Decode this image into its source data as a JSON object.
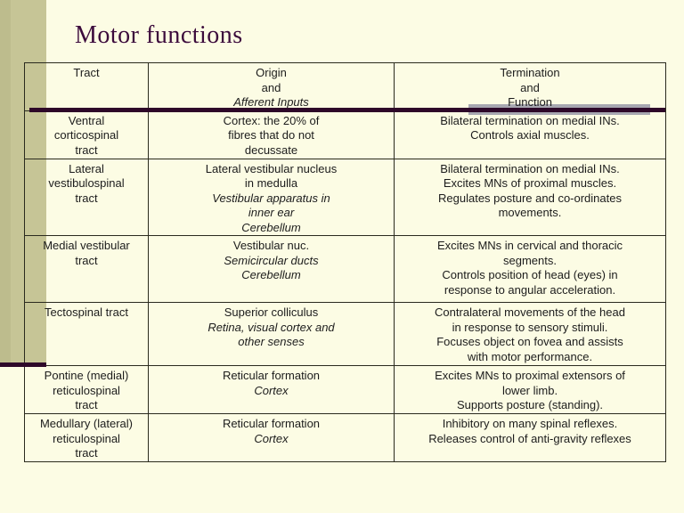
{
  "title": "Motor functions",
  "colors": {
    "background": "#fcfce4",
    "sidebar": "#c6c596",
    "sidebar-edge": "#bdbc8d",
    "accent": "#2e0829",
    "table-border": "#2a2a1e",
    "gray-bar": "#a7a7b0",
    "title": "#3c0b3c",
    "text": "#1c1c1c"
  },
  "table": {
    "header": [
      {
        "main": [
          "Tract"
        ],
        "italic": []
      },
      {
        "main": [
          "Origin",
          "and"
        ],
        "italic": [
          "Afferent Inputs"
        ]
      },
      {
        "main": [
          "Termination",
          "and",
          "Function"
        ],
        "italic": []
      }
    ],
    "rows": [
      {
        "tract": {
          "main": [
            "Ventral",
            "corticospinal",
            "tract"
          ],
          "italic": []
        },
        "origin": {
          "main": [
            "Cortex: the 20% of",
            "fibres that do not",
            "decussate"
          ],
          "italic": []
        },
        "termination": {
          "main": [
            "Bilateral termination on medial INs.",
            "Controls axial muscles."
          ],
          "italic": []
        }
      },
      {
        "tract": {
          "main": [
            "Lateral",
            "vestibulospinal",
            "tract"
          ],
          "italic": []
        },
        "origin": {
          "main": [
            "Lateral vestibular nucleus",
            "in medulla"
          ],
          "italic": [
            "Vestibular apparatus in",
            "inner ear",
            "Cerebellum"
          ]
        },
        "termination": {
          "main": [
            "Bilateral termination on medial INs.",
            "Excites MNs of proximal muscles.",
            "Regulates posture and co-ordinates",
            "movements."
          ],
          "italic": []
        }
      },
      {
        "tract": {
          "main": [
            "Medial vestibular",
            "tract"
          ],
          "italic": []
        },
        "origin": {
          "main": [
            "Vestibular nuc."
          ],
          "italic": [
            "Semicircular ducts",
            "Cerebellum"
          ]
        },
        "termination": {
          "main": [
            "Excites MNs in cervical and thoracic",
            "segments.",
            "Controls position of head (eyes) in",
            "response to angular acceleration."
          ],
          "italic": []
        }
      },
      {
        "tract": {
          "main": [
            "Tectospinal tract"
          ],
          "italic": []
        },
        "origin": {
          "main": [
            "Superior colliculus"
          ],
          "italic": [
            "Retina, visual cortex and",
            "other senses"
          ]
        },
        "termination": {
          "main": [
            "Contralateral movements of the head",
            "in response to sensory stimuli.",
            "Focuses object on fovea and assists",
            "with motor performance."
          ],
          "italic": []
        }
      },
      {
        "tract": {
          "main": [
            "Pontine (medial)",
            "reticulospinal",
            "tract"
          ],
          "italic": []
        },
        "origin": {
          "main": [
            "Reticular formation"
          ],
          "italic": [
            "Cortex"
          ]
        },
        "termination": {
          "main": [
            "Excites MNs to proximal extensors of",
            "lower limb.",
            "Supports posture (standing)."
          ],
          "italic": []
        }
      },
      {
        "tract": {
          "main": [
            "Medullary (lateral)",
            "reticulospinal",
            "tract"
          ],
          "italic": []
        },
        "origin": {
          "main": [
            "Reticular formation"
          ],
          "italic": [
            "Cortex"
          ]
        },
        "termination": {
          "main": [
            "Inhibitory on many spinal reflexes.",
            "Releases control of anti-gravity reflexes"
          ],
          "italic": []
        }
      }
    ]
  }
}
